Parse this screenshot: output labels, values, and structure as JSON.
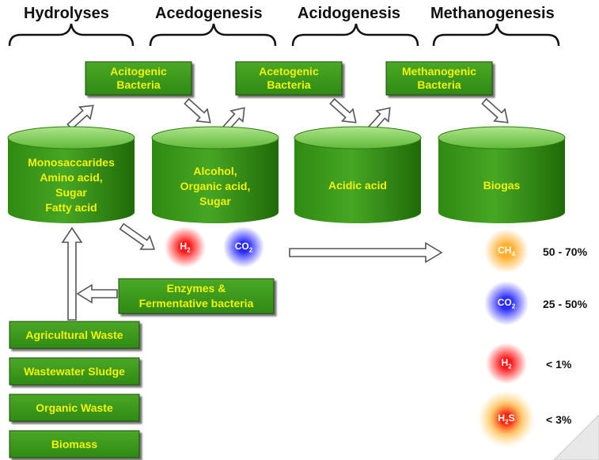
{
  "stages": [
    "Hydrolyses",
    "Acedogenesis",
    "Acidogenesis",
    "Methanogenesis"
  ],
  "bacteria": [
    {
      "line1": "Acitogenic",
      "line2": "Bacteria"
    },
    {
      "line1": "Acetogenic",
      "line2": "Bacteria"
    },
    {
      "line1": "Methanogenic",
      "line2": "Bacteria"
    }
  ],
  "tanks": [
    {
      "lines": [
        "Monosaccarides",
        "Amino acid,",
        "Sugar",
        "Fatty acid"
      ]
    },
    {
      "lines": [
        "Alcohol,",
        "Organic acid,",
        "Sugar"
      ]
    },
    {
      "lines": [
        "Acidic acid"
      ]
    },
    {
      "lines": [
        "Biogas"
      ]
    }
  ],
  "intermediates": [
    {
      "formula": "H",
      "sub": "2",
      "color": "#ff2020"
    },
    {
      "formula": "CO",
      "sub": "2",
      "color": "#2a2aff"
    }
  ],
  "enzymes": {
    "line1": "Enzymes &",
    "line2": "Fermentative bacteria"
  },
  "inputs": [
    "Agricultural Waste",
    "Wastewater Sludge",
    "Organic Waste",
    "Biomass"
  ],
  "biogas_composition": [
    {
      "formula": "CH",
      "sub": "4",
      "percent": "50 - 70%",
      "color": "#ff9a20"
    },
    {
      "formula": "CO",
      "sub": "2",
      "percent": "25 - 50%",
      "color": "#2a2aff"
    },
    {
      "formula": "H",
      "sub": "2",
      "percent": "< 1%",
      "color": "#ff2020"
    },
    {
      "formula": "H",
      "sub": "2",
      "tail": "S",
      "percent": "< 3%",
      "color": "#ff4010"
    }
  ],
  "colors": {
    "box": "#3f9a1f",
    "text": "#f2f20a",
    "tank": "#3c9a1c"
  }
}
